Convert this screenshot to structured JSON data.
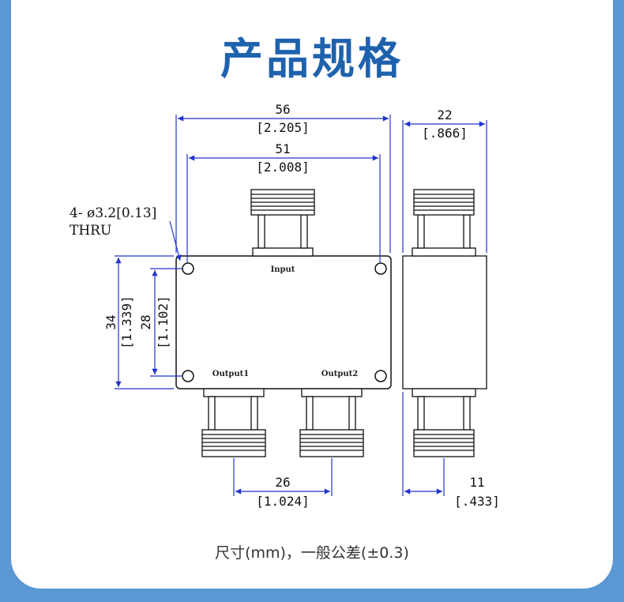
{
  "title": "产品规格",
  "note": "尺寸(mm)，一般公差(±0.3)",
  "hole_callout": {
    "line1": "4- ø3.2[0.13]",
    "line2": "THRU"
  },
  "dims": {
    "width_overall": {
      "mm": "56",
      "inch": "[2.205]"
    },
    "hole_span_x": {
      "mm": "51",
      "inch": "[2.008]"
    },
    "depth": {
      "mm": "22",
      "inch": "[.866]"
    },
    "height_overall": {
      "mm": "34",
      "inch": "[1.339]"
    },
    "hole_span_y": {
      "mm": "28",
      "inch": "[1.102]"
    },
    "output_spacing": {
      "mm": "26",
      "inch": "[1.024]"
    },
    "side_offset": {
      "mm": "11",
      "inch": "[.433]"
    }
  },
  "ports": {
    "input": "Input",
    "output1": "Output1",
    "output2": "Output2"
  },
  "colors": {
    "background": "#5a97d3",
    "title": "#1e62ae",
    "dimension_lines": "#2233cc",
    "outline": "#111111"
  }
}
